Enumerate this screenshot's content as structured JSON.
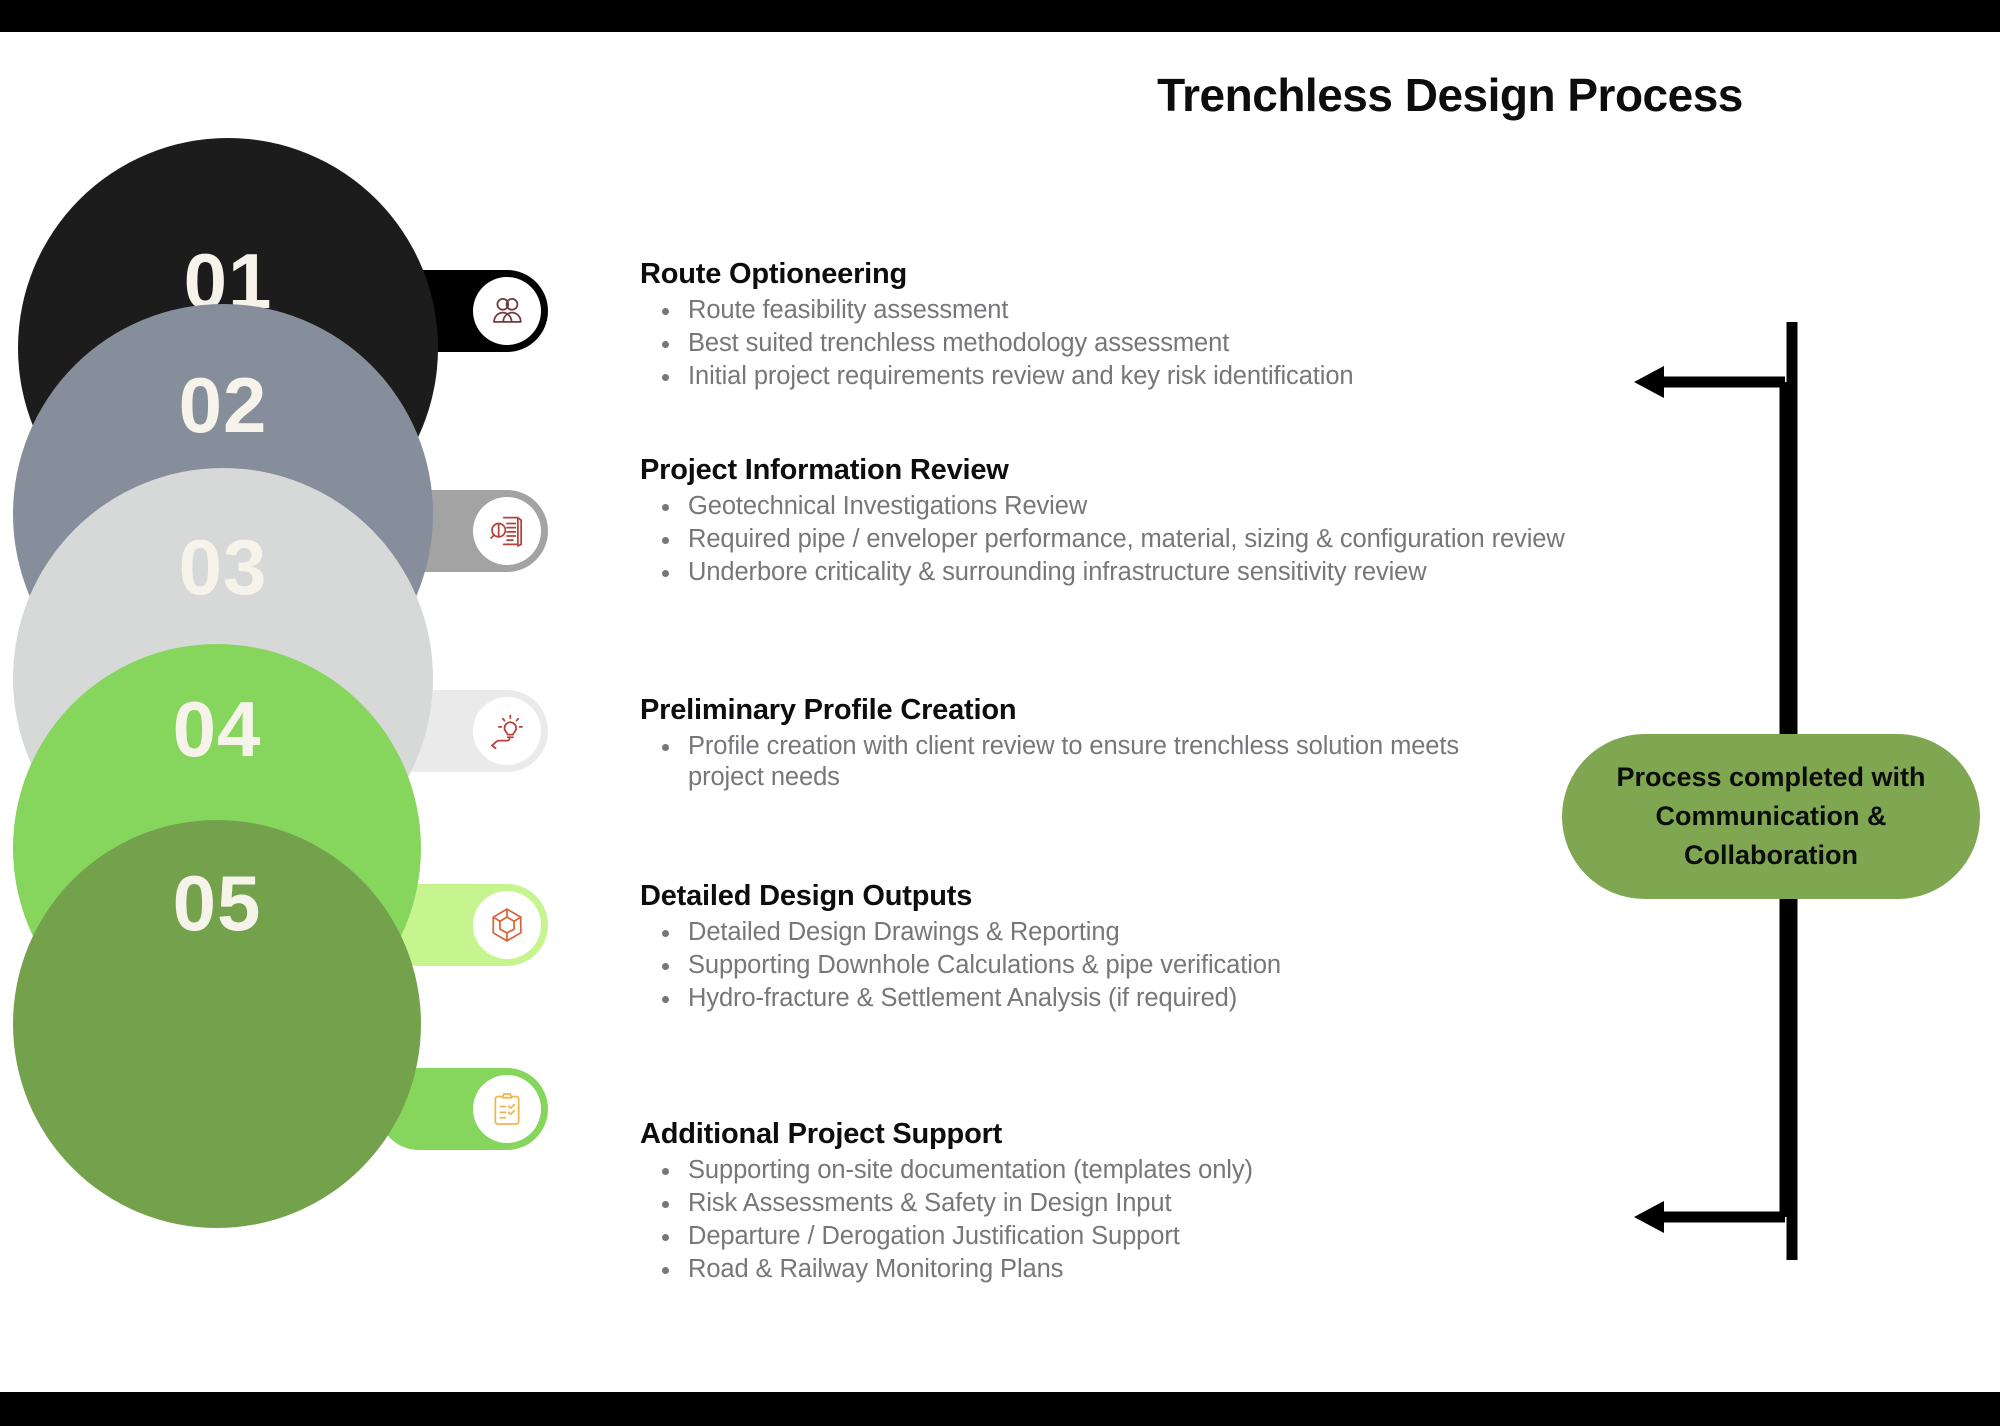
{
  "header": {
    "title": "Trenchless Design Process"
  },
  "colors": {
    "step1": "#1c1c1c",
    "step1_pill": "#000000",
    "step2": "#868d9b",
    "step2_pill": "#a3a3a3",
    "step3": "#d7d8d8",
    "step3_pill": "#e9eae9",
    "step4": "#86d65e",
    "step4_pill": "#c6f58f",
    "step5": "#74a24c",
    "step5_pill": "#86d65e",
    "number_text": "#f6f4ea",
    "heading_text": "#0d0d0d",
    "body_text": "#76777a",
    "callout_bg": "#7fa650",
    "icon_red": "#b5413c",
    "icon_orange": "#d9663a",
    "icon_amber": "#f0b64c",
    "arrow": "#000000",
    "letterbox": "#000000"
  },
  "steps": [
    {
      "number": "01",
      "icon": "two-people-icon",
      "icon_color": "#6d3b42",
      "circle_color": "#1c1c1c",
      "pill_color": "#000000"
    },
    {
      "number": "02",
      "icon": "document-magnifier-icon",
      "icon_color": "#b5413c",
      "circle_color": "#868d9b",
      "pill_color": "#a3a3a3"
    },
    {
      "number": "03",
      "icon": "lightbulb-in-hand-icon",
      "icon_color": "#b5413c",
      "circle_color": "#d7d8d8",
      "pill_color": "#e9eae9"
    },
    {
      "number": "04",
      "icon": "3d-cube-icon",
      "icon_color": "#d9663a",
      "circle_color": "#86d65e",
      "pill_color": "#c6f58f"
    },
    {
      "number": "05",
      "icon": "clipboard-checklist-icon",
      "icon_color": "#f0b64c",
      "circle_color": "#74a24c",
      "pill_color": "#86d65e"
    }
  ],
  "sections": [
    {
      "heading": "Route Optioneering",
      "bullets": [
        "Route feasibility assessment",
        "Best suited trenchless methodology assessment",
        "Initial project requirements review and key risk identification"
      ]
    },
    {
      "heading": "Project Information Review",
      "bullets": [
        "Geotechnical Investigations Review",
        "Required pipe / enveloper performance, material, sizing & configuration review",
        "Underbore criticality & surrounding infrastructure sensitivity review"
      ]
    },
    {
      "heading": "Preliminary Profile Creation",
      "bullets": [
        "Profile creation with client review to ensure trenchless solution meets project needs"
      ]
    },
    {
      "heading": "Detailed Design Outputs",
      "bullets": [
        "Detailed Design Drawings & Reporting",
        "Supporting Downhole Calculations & pipe verification",
        "Hydro-fracture & Settlement Analysis (if required)"
      ]
    },
    {
      "heading": "Additional Project Support",
      "bullets": [
        "Supporting on-site documentation (templates only)",
        "Risk Assessments & Safety in Design Input",
        "Departure / Derogation Justification Support",
        "Road & Railway Monitoring Plans"
      ]
    }
  ],
  "callout": {
    "line1": "Process completed with",
    "line2": "Communication &",
    "line3": "Collaboration",
    "full_text": "Process completed with Communication & Collaboration"
  }
}
